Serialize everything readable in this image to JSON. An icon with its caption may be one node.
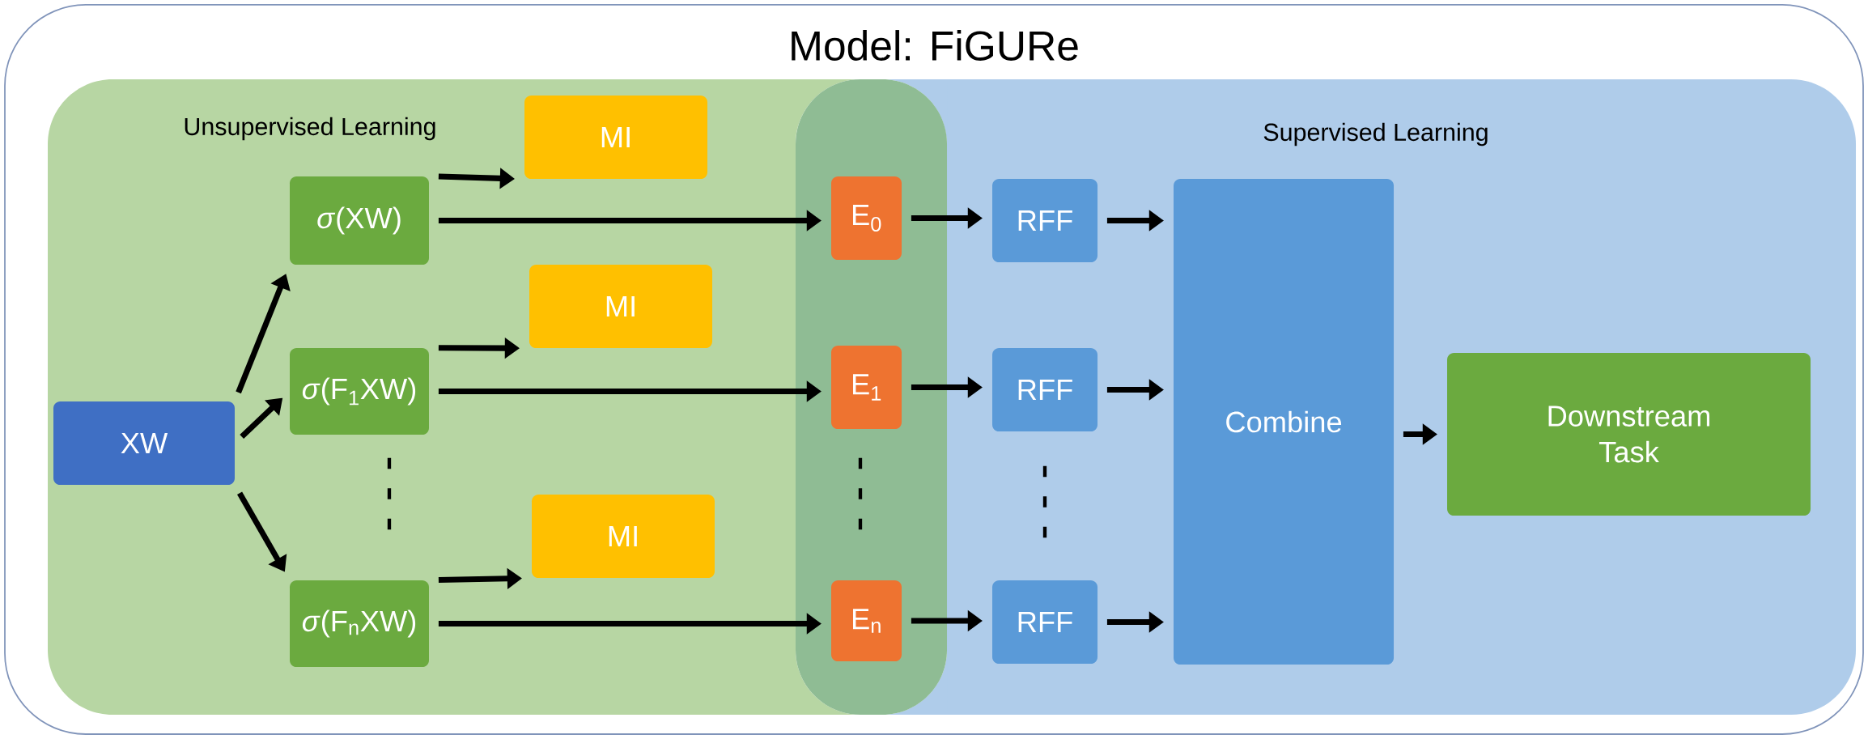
{
  "diagram": {
    "nodes": [
      {
        "text": [
          "Model: FiGURe"
        ]
      },
      {
        "text": [
          "Unsupervised Learning"
        ],
        "in": 0
      },
      {
        "text": [
          "Supervised Learning"
        ],
        "in": 0
      },
      {
        "text": [
          "XW"
        ],
        "in": 1
      },
      {
        "text": [
          "*σ*(XW)"
        ],
        "in": 1
      },
      {
        "text": [
          "MI"
        ],
        "in": 1
      },
      {
        "text": [
          "*σ*(F$_{1}$XW)"
        ],
        "in": 1
      },
      {
        "text": [
          "MI"
        ],
        "in": 1
      },
      {
        "text": [
          "*σ*(F$_{n}$XW)"
        ],
        "in": 1
      },
      {
        "text": [
          "MI"
        ],
        "in": 1
      },
      {
        "text": [
          "E$_{0}$"
        ],
        "in": 0
      },
      {
        "text": [
          "E$_{1}$"
        ],
        "in": 0
      },
      {
        "text": [
          "E$_{n}$"
        ],
        "in": 0
      },
      {
        "text": [
          "RFF"
        ],
        "in": 2
      },
      {
        "text": [
          "RFF"
        ],
        "in": 2
      },
      {
        "text": [
          "RFF"
        ],
        "in": 2
      },
      {
        "text": [
          "Combine"
        ],
        "in": 2
      },
      {
        "text": [
          "Downstream Task"
        ],
        "in": 2
      }
    ],
    "edges": [
      {
        "from": 3,
        "to": 4,
        "arrow": "to"
      },
      {
        "from": 3,
        "to": 6,
        "arrow": "to"
      },
      {
        "from": 3,
        "to": 8,
        "arrow": "to"
      },
      {
        "from": 4,
        "to": 5,
        "arrow": "to"
      },
      {
        "from": 6,
        "to": 7,
        "arrow": "to"
      },
      {
        "from": 8,
        "to": 9,
        "arrow": "to"
      },
      {
        "from": 4,
        "to": 10,
        "arrow": "to"
      },
      {
        "from": 6,
        "to": 11,
        "arrow": "to"
      },
      {
        "from": 8,
        "to": 12,
        "arrow": "to"
      },
      {
        "from": 10,
        "to": 13,
        "arrow": "to"
      },
      {
        "from": 11,
        "to": 14,
        "arrow": "to"
      },
      {
        "from": 12,
        "to": 15,
        "arrow": "to"
      },
      {
        "from": 13,
        "to": 16,
        "arrow": "to"
      },
      {
        "from": 14,
        "to": 16,
        "arrow": "to"
      },
      {
        "from": 15,
        "to": 16,
        "arrow": "to"
      },
      {
        "from": 16,
        "to": 17,
        "arrow": "to"
      }
    ],
    "labels": [
      "⋮",
      "⋮",
      "⋮"
    ]
  }
}
